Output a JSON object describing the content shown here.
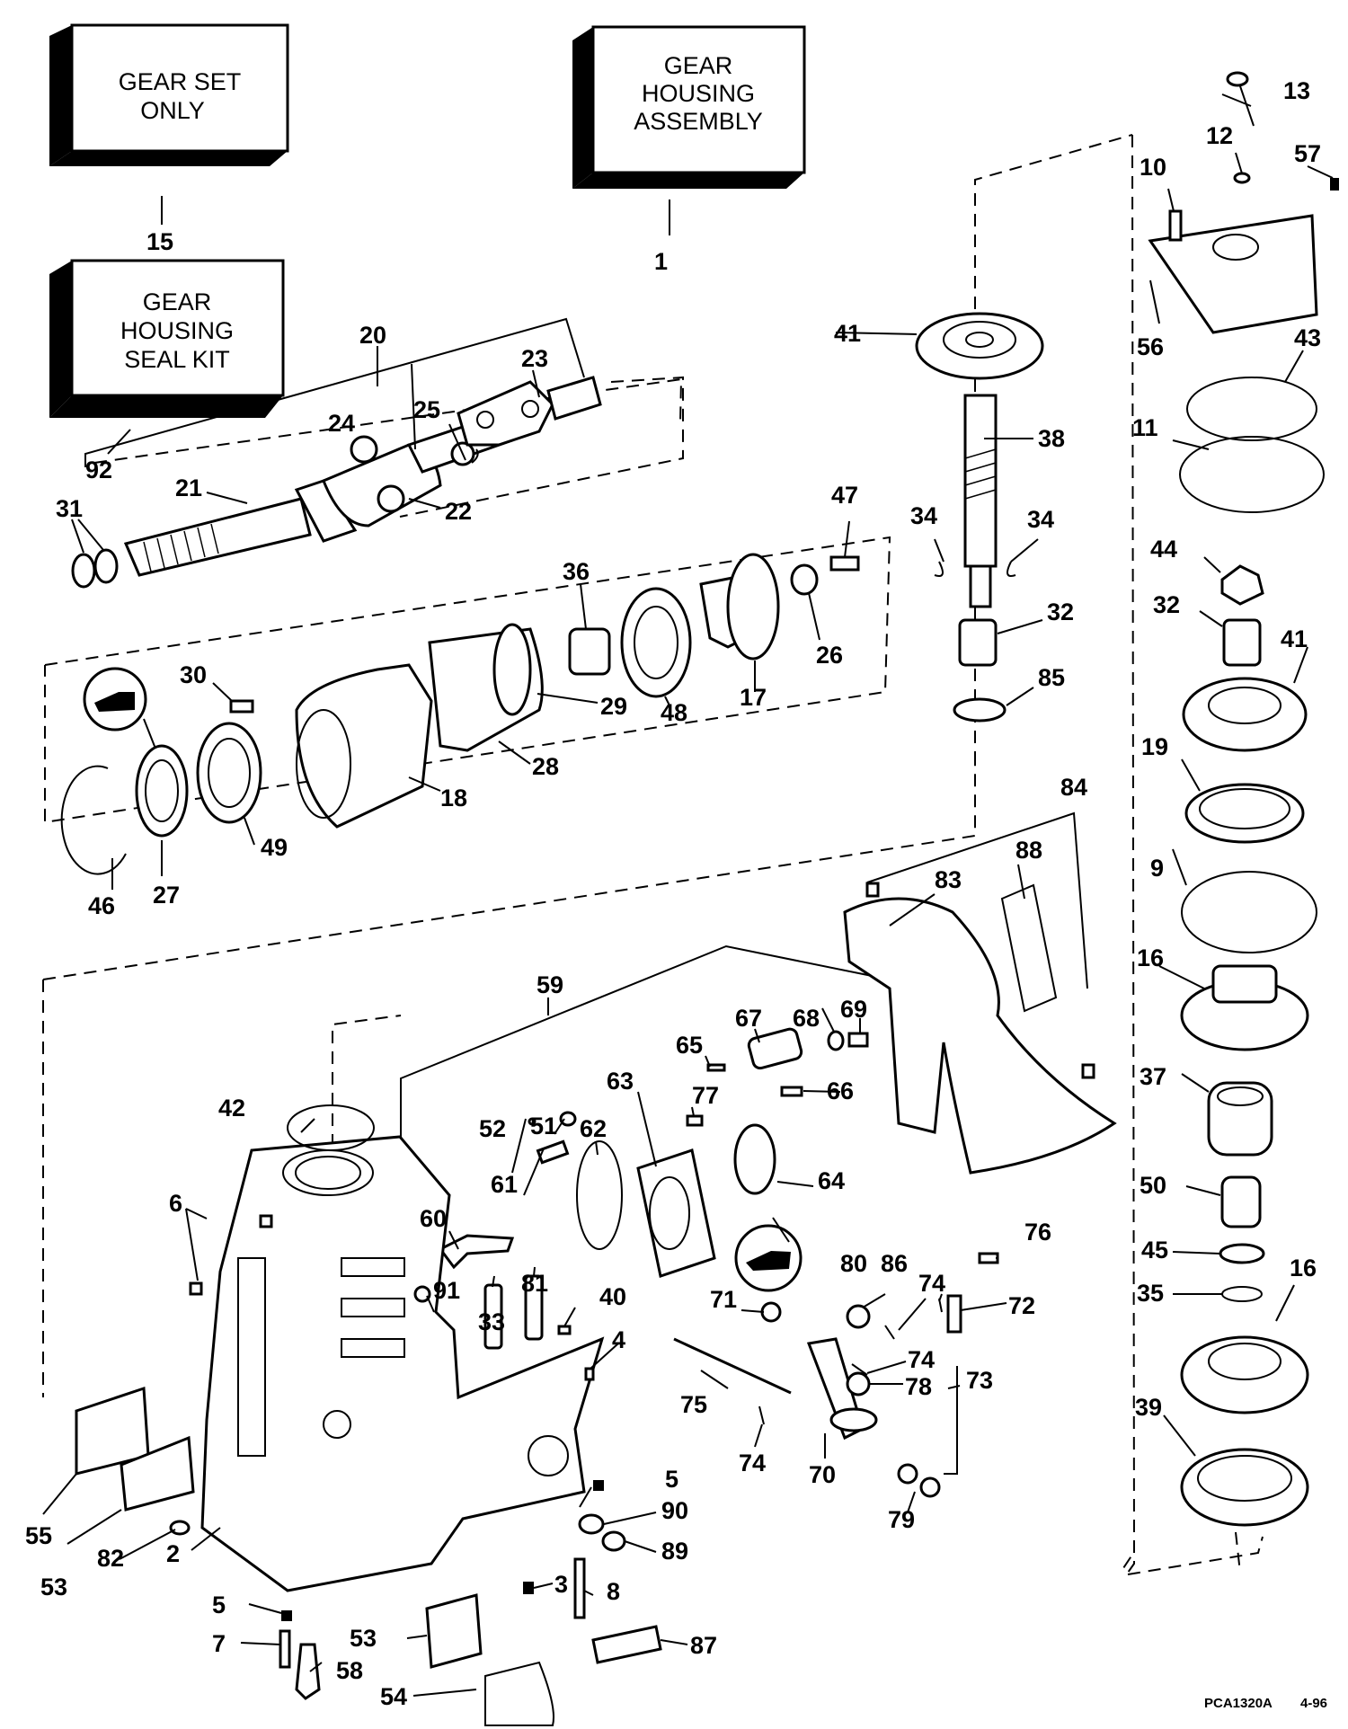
{
  "boxes": {
    "gear_set": [
      "GEAR SET",
      "ONLY"
    ],
    "gear_housing_assembly": [
      "GEAR",
      "HOUSING",
      "ASSEMBLY"
    ],
    "seal_kit": [
      "GEAR",
      "HOUSING",
      "SEAL KIT"
    ]
  },
  "callouts": {
    "c1": "1",
    "c2": "2",
    "c3": "3",
    "c4": "4",
    "c5a": "5",
    "c5b": "5",
    "c6": "6",
    "c7": "7",
    "c8": "8",
    "c9": "9",
    "c10": "10",
    "c11": "11",
    "c12": "12",
    "c13": "13",
    "c15": "15",
    "c16a": "16",
    "c16b": "16",
    "c17": "17",
    "c18": "18",
    "c19": "19",
    "c20": "20",
    "c21": "21",
    "c22": "22",
    "c23": "23",
    "c24": "24",
    "c25": "25",
    "c26": "26",
    "c27": "27",
    "c28": "28",
    "c29": "29",
    "c30": "30",
    "c31": "31",
    "c32a": "32",
    "c32b": "32",
    "c33": "33",
    "c34a": "34",
    "c34b": "34",
    "c35": "35",
    "c36": "36",
    "c37": "37",
    "c38": "38",
    "c39": "39",
    "c40": "40",
    "c41a": "41",
    "c41b": "41",
    "c42": "42",
    "c43": "43",
    "c44": "44",
    "c45": "45",
    "c46": "46",
    "c47": "47",
    "c48": "48",
    "c49": "49",
    "c50": "50",
    "c51": "51",
    "c52": "52",
    "c53a": "53",
    "c53b": "53",
    "c54": "54",
    "c55": "55",
    "c56": "56",
    "c57": "57",
    "c58": "58",
    "c59": "59",
    "c60": "60",
    "c61": "61",
    "c62": "62",
    "c63": "63",
    "c64": "64",
    "c65": "65",
    "c66": "66",
    "c67": "67",
    "c68": "68",
    "c69": "69",
    "c70": "70",
    "c71": "71",
    "c72": "72",
    "c73": "73",
    "c74a": "74",
    "c74b": "74",
    "c74c": "74",
    "c75": "75",
    "c76": "76",
    "c77": "77",
    "c78": "78",
    "c79": "79",
    "c80": "80",
    "c81": "81",
    "c82": "82",
    "c83": "83",
    "c84": "84",
    "c85": "85",
    "c86": "86",
    "c87": "87",
    "c88": "88",
    "c89": "89",
    "c90": "90",
    "c91": "91",
    "c92": "92"
  },
  "footer": {
    "ref": "PCA1320A",
    "date": "4-96"
  },
  "icons": [
    "lubricant-icon",
    "lubricant-icon"
  ]
}
